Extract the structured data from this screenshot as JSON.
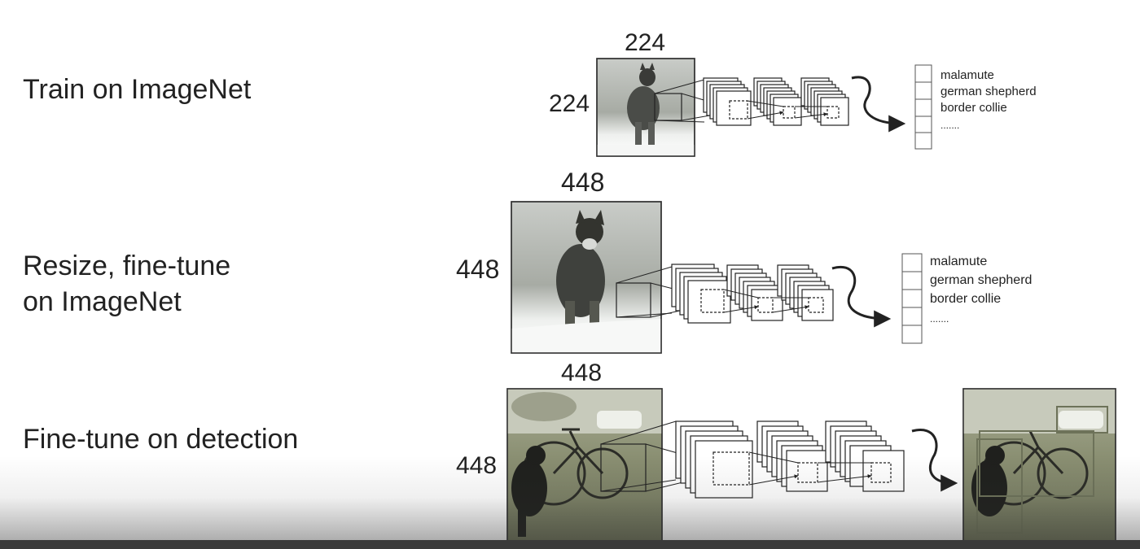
{
  "rows": [
    {
      "label": "Train on ImageNet",
      "width_label": "224",
      "height_label": "224",
      "classes": [
        "malamute",
        "german shepherd",
        "border collie",
        "......."
      ]
    },
    {
      "label": "Resize, fine-tune\non ImageNet",
      "width_label": "448",
      "height_label": "448",
      "classes": [
        "malamute",
        "german shepherd",
        "border collie",
        "......."
      ]
    },
    {
      "label": "Fine-tune on detection",
      "width_label": "448",
      "height_label": "448"
    }
  ],
  "colors": {
    "text": "#222222",
    "line": "#222222",
    "photo_light": "#dfe1dc",
    "photo_dark": "#3b3d3a",
    "street_tint": "#8f9478"
  }
}
